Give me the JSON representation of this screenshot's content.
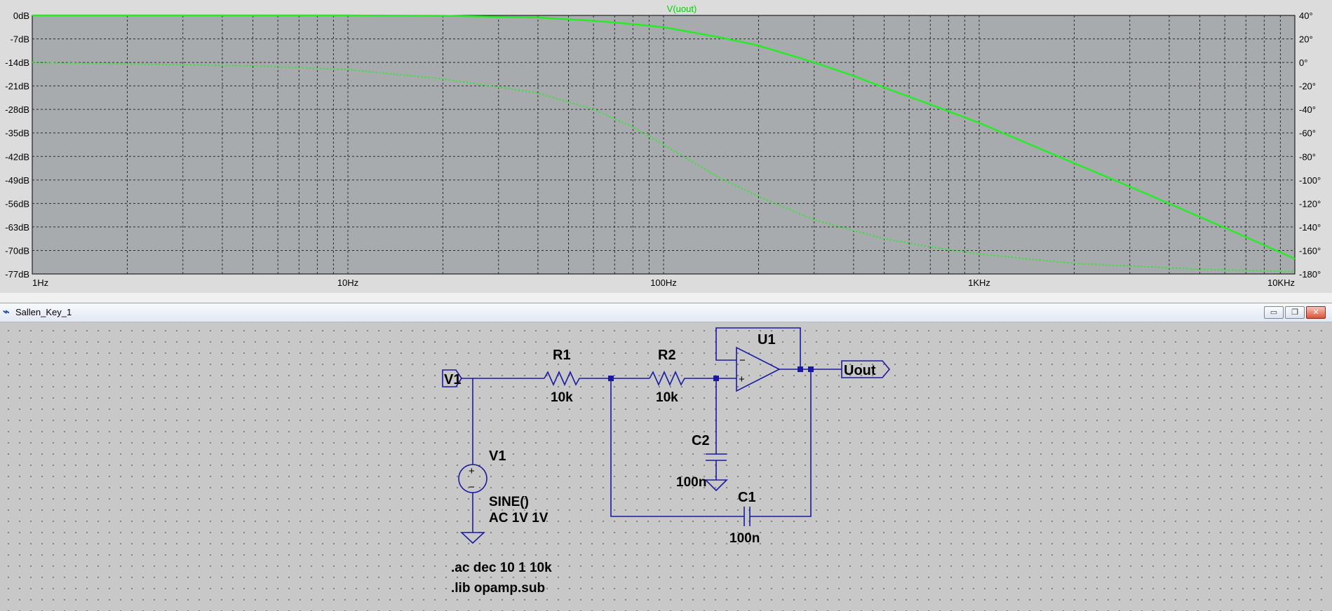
{
  "plot": {
    "trace_title": "V(uout)",
    "left_ticks": [
      "0dB",
      "-7dB",
      "-14dB",
      "-21dB",
      "-28dB",
      "-35dB",
      "-42dB",
      "-49dB",
      "-56dB",
      "-63dB",
      "-70dB",
      "-77dB"
    ],
    "right_ticks": [
      "40°",
      "20°",
      "0°",
      "-20°",
      "-40°",
      "-60°",
      "-80°",
      "-100°",
      "-120°",
      "-140°",
      "-160°",
      "-180°"
    ],
    "x_ticks": [
      "1Hz",
      "10Hz",
      "100Hz",
      "1KHz",
      "10KHz"
    ],
    "colors": {
      "background": "#a8abae",
      "grid": "#2a2a2a",
      "trace": "#22ee22"
    }
  },
  "chart_data": {
    "type": "line",
    "title": "V(uout)",
    "x_scale": "log",
    "xlim": [
      1,
      10000
    ],
    "ylim_left": [
      -77,
      0
    ],
    "ylim_right": [
      -180,
      40
    ],
    "grid": true,
    "series": [
      {
        "name": "V(uout)",
        "axis": "left",
        "style": "solid",
        "x": [
          1,
          10,
          20,
          40,
          60,
          80,
          100,
          150,
          200,
          300,
          400,
          500,
          700,
          1000,
          2000,
          3000,
          5000,
          7000,
          10000
        ],
        "y": [
          0,
          0,
          -0.1,
          -0.6,
          -1.6,
          -2.6,
          -3.5,
          -6.5,
          -9,
          -14,
          -18,
          -21.5,
          -26.5,
          -32,
          -44,
          -51,
          -60,
          -66,
          -72.5
        ]
      },
      {
        "axis": "right",
        "style": "dotted",
        "x": [
          1,
          5,
          10,
          20,
          40,
          60,
          80,
          100,
          150,
          200,
          300,
          500,
          700,
          1000,
          2000,
          5000,
          10000
        ],
        "y": [
          0,
          -3,
          -6,
          -14,
          -26,
          -40,
          -55,
          -70,
          -98,
          -114,
          -134,
          -150,
          -157,
          -163,
          -171,
          -176,
          -178
        ]
      }
    ]
  },
  "window": {
    "title": "Sallen_Key_1",
    "icon": "ltspice-schematic-icon",
    "minimize": "▭",
    "restore": "❐",
    "close": "✕"
  },
  "schematic": {
    "input_port": "V1",
    "output_port": "Uout",
    "r1": {
      "name": "R1",
      "value": "10k"
    },
    "r2": {
      "name": "R2",
      "value": "10k"
    },
    "c1": {
      "name": "C1",
      "value": "100n"
    },
    "c2": {
      "name": "C2",
      "value": "100n"
    },
    "u1": {
      "name": "U1",
      "minus": "−",
      "plus": "+"
    },
    "v1": {
      "name": "V1",
      "value1": "SINE()",
      "value2": "AC 1V 1V",
      "plus": "+",
      "minus": "−"
    },
    "directive1": ".ac dec 10 1 10k",
    "directive2": ".lib opamp.sub",
    "colors": {
      "wire": "#1a1aa0",
      "junction": "#1a1aa0",
      "background": "#c8c8c8"
    }
  }
}
